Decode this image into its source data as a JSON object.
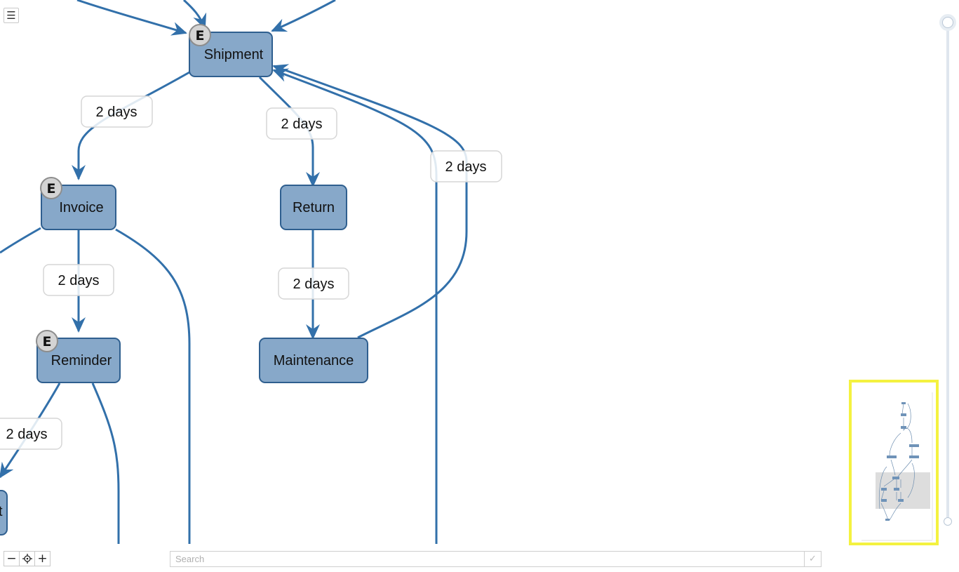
{
  "toolbar": {
    "menu_icon": "hamburger-icon",
    "zoom_out_icon": "minus-icon",
    "zoom_fit_icon": "crosshair-icon",
    "zoom_in_icon": "plus-icon"
  },
  "search": {
    "placeholder": "Search",
    "value": "",
    "confirm_icon": "checkmark-icon"
  },
  "colors": {
    "node_fill": "#87a8c9",
    "node_stroke": "#2f5f8f",
    "edge": "#3270aa",
    "badge_fill": "#d4d4d4",
    "overview_highlight": "#f4f240"
  },
  "diagram": {
    "nodes": {
      "shipment": {
        "label": "Shipment",
        "badge": "E"
      },
      "invoice": {
        "label": "Invoice",
        "badge": "E"
      },
      "return": {
        "label": "Return"
      },
      "reminder": {
        "label": "Reminder",
        "badge": "E"
      },
      "maintenance": {
        "label": "Maintenance"
      },
      "partial_left": {
        "label": "t"
      }
    },
    "edge_labels": {
      "shipment_invoice": "2 days",
      "shipment_return": "2 days",
      "maintenance_shipment": "2 days",
      "invoice_reminder": "2 days",
      "return_maintenance": "2 days",
      "reminder_left": "2 days"
    }
  }
}
